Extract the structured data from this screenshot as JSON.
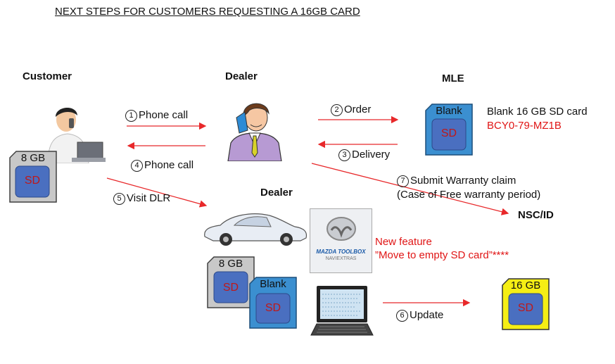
{
  "title": "NEXT STEPS FOR CUSTOMERS REQUESTING A 16GB CARD",
  "roles": {
    "customer": "Customer",
    "dealer_top": "Dealer",
    "mle": "MLE",
    "dealer_bottom": "Dealer",
    "nsc": "NSC/ID"
  },
  "steps": [
    {
      "num": "1",
      "label": "Phone call"
    },
    {
      "num": "2",
      "label": "Order"
    },
    {
      "num": "3",
      "label": "Delivery"
    },
    {
      "num": "4",
      "label": "Phone call"
    },
    {
      "num": "5",
      "label": "Visit DLR"
    },
    {
      "num": "6",
      "label": "Update"
    },
    {
      "num": "7",
      "label": "Submit Warranty claim",
      "sub": "(Case of Free warranty period)"
    }
  ],
  "mle_card": {
    "name": "Blank 16 GB SD card",
    "part_number": "BCY0-79-MZ1B"
  },
  "feature": {
    "line1": "New feature",
    "line2": "”Move to empty SD card”****"
  },
  "toolbox": {
    "line1": "MAZDA TOOLBOX",
    "line2": "NAVIEXTRAS"
  },
  "cards": {
    "customer_card": {
      "top": "8 GB",
      "mid": "SD"
    },
    "mle_card": {
      "top": "Blank",
      "mid": "SD"
    },
    "dealer_8gb": {
      "top": "8 GB",
      "mid": "SD"
    },
    "dealer_blank": {
      "top": "Blank",
      "mid": "SD"
    },
    "result_16gb": {
      "top": "16 GB",
      "mid": "SD"
    }
  },
  "colors": {
    "arrow": "#e8282a",
    "accent_text": "#e01515",
    "card_gray": "#c8c8c8",
    "card_blue": "#3b8fd0",
    "card_yellow": "#f5ee14",
    "sd_label_fill": "#4a6fc0"
  }
}
